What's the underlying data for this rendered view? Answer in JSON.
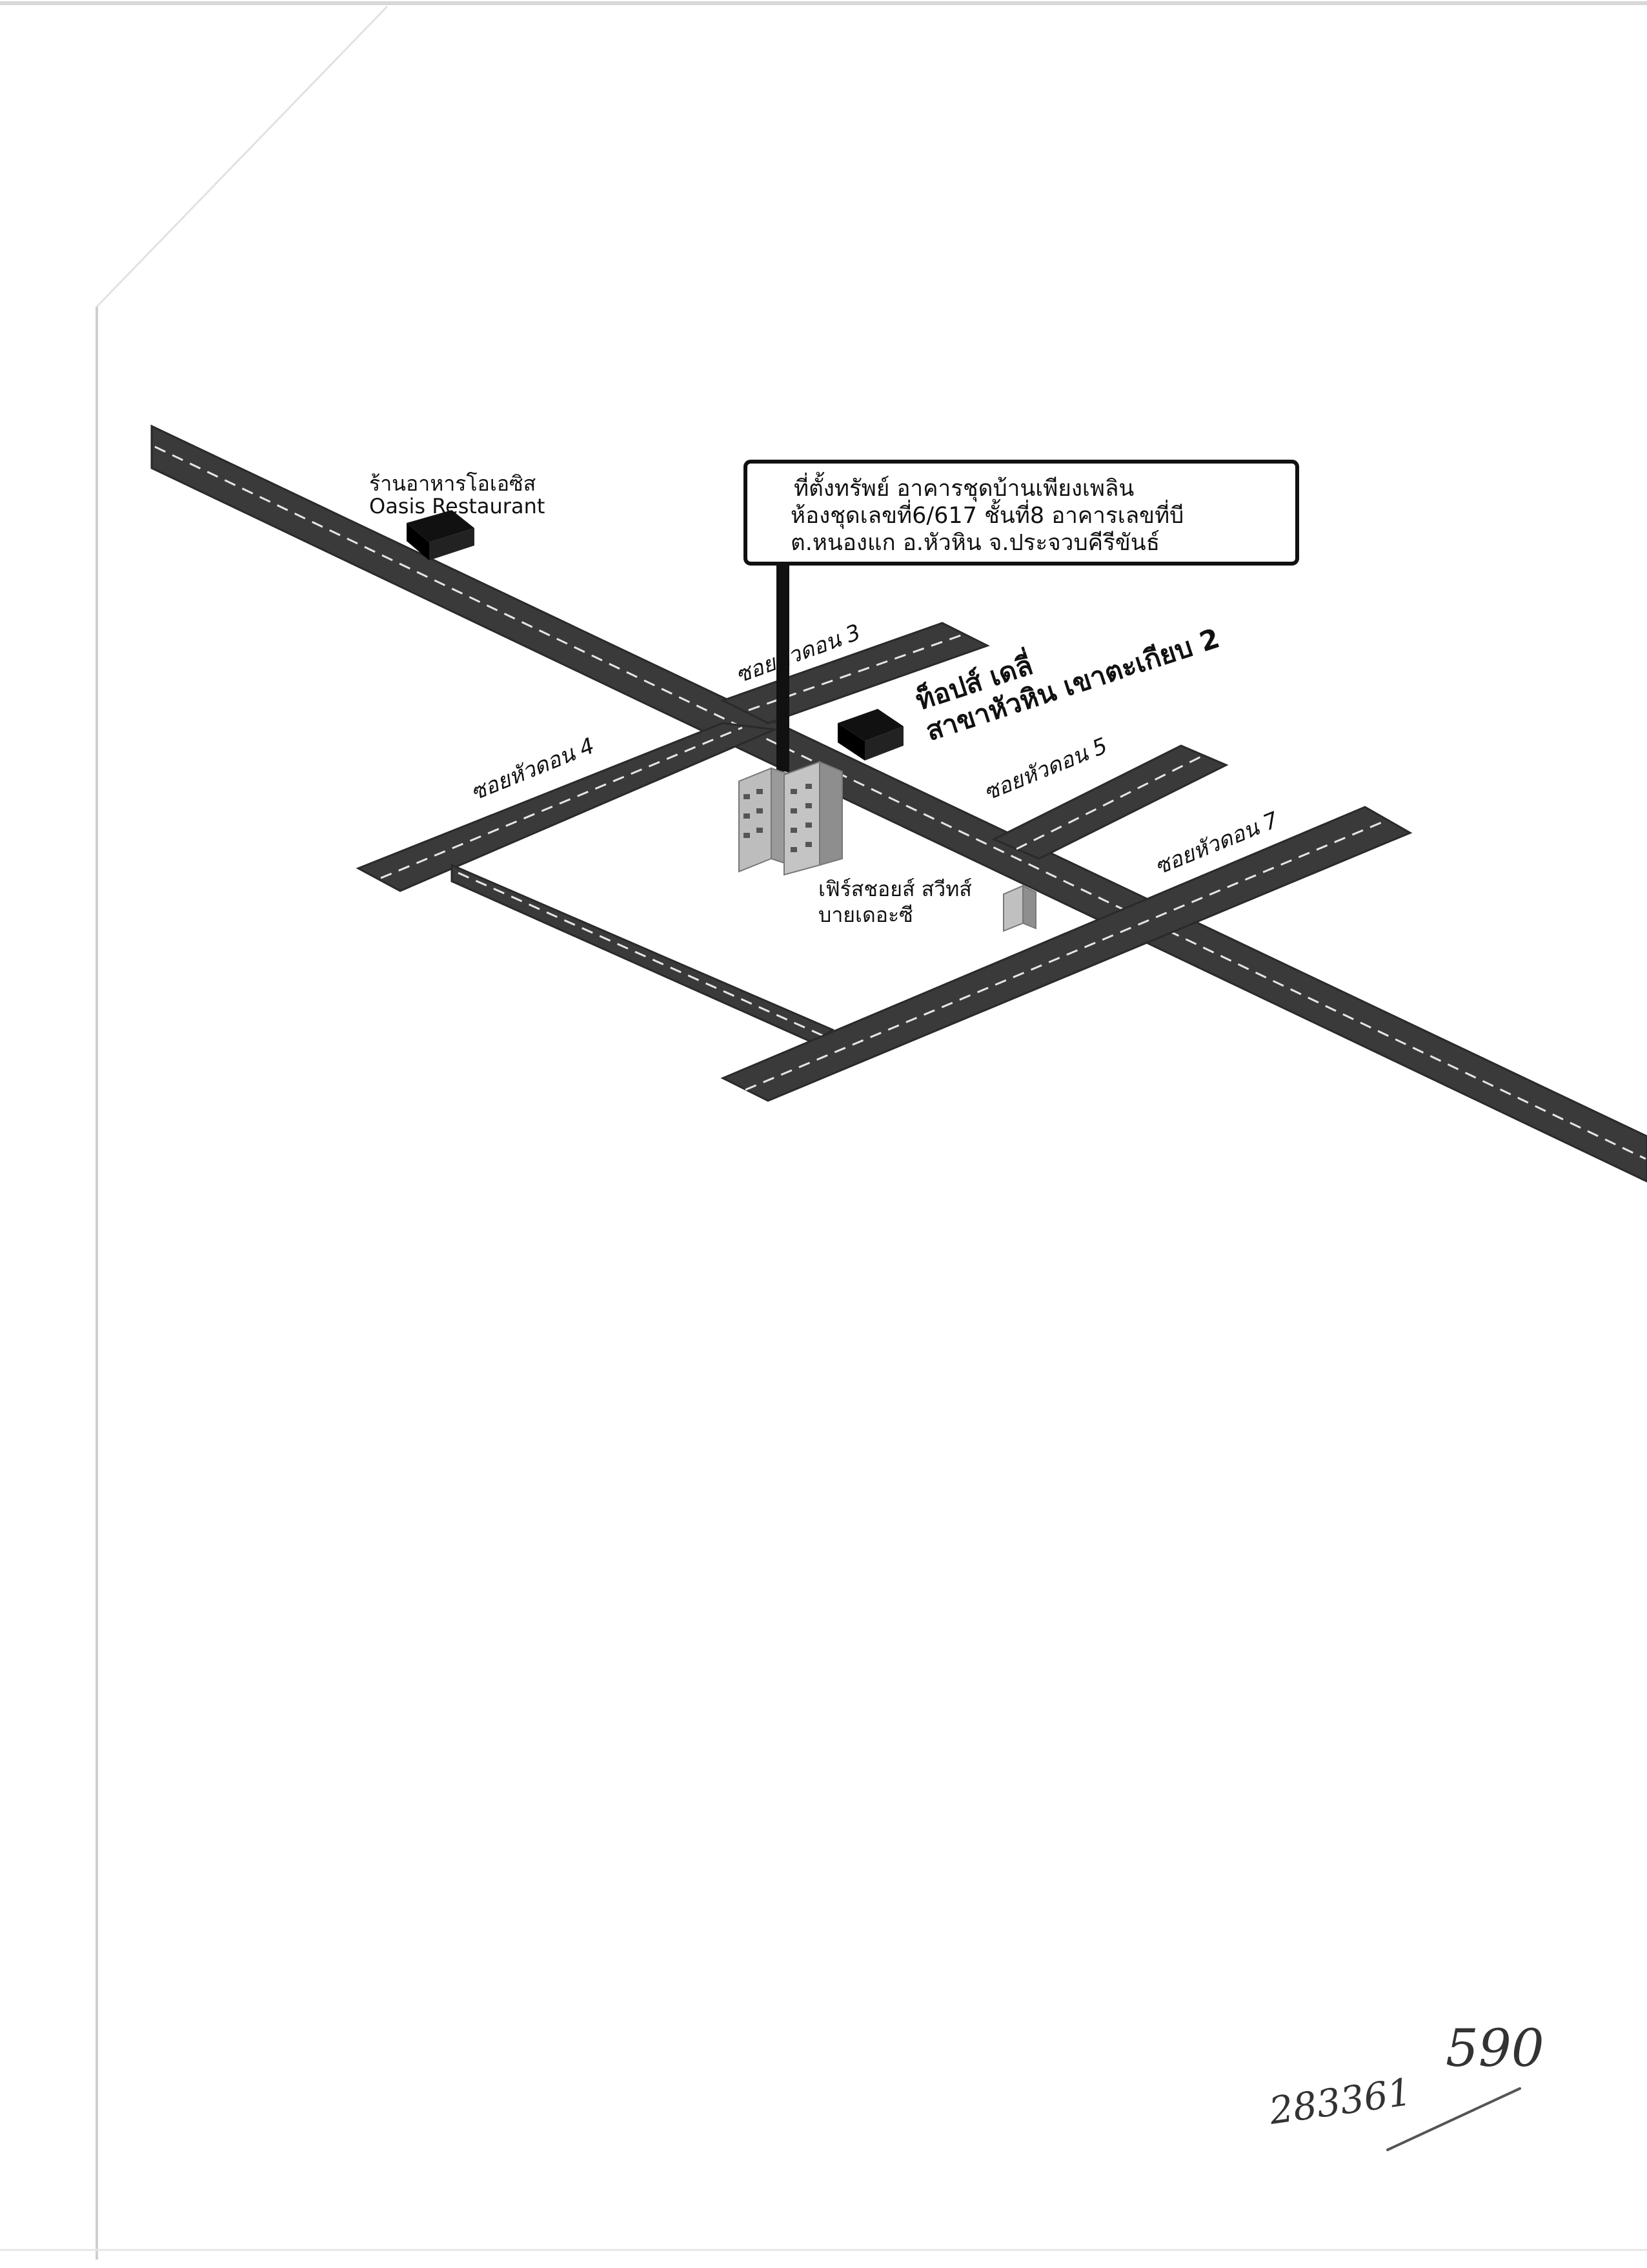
{
  "callout": {
    "line1": "ที่ตั้งทรัพย์  อาคารชุดบ้านเพียงเพลิน",
    "line2": "ห้องชุดเลขที่6/617 ชั้นที่8 อาคารเลขที่บี",
    "line3": "ต.หนองแก อ.หัวหิน จ.ประจวบคีรีขันธ์"
  },
  "places": {
    "oasis_th": "ร้านอาหารโอเอซิส",
    "oasis_en": "Oasis Restaurant",
    "tops_line1": "ท็อปส์ เดลี่",
    "tops_line2": "สาขาหัวหิน เขาตะเกียบ 2",
    "first_choice_line1": "เฟิร์สชอยส์ สวีทส์",
    "first_choice_line2": "บายเดอะซี"
  },
  "streets": {
    "soi3": "ซอยหัวดอน 3",
    "soi4": "ซอยหัวดอน 4",
    "soi5": "ซอยหัวดอน 5",
    "soi7": "ซอยหัวดอน 7"
  },
  "handwriting": {
    "number_a": "283361",
    "number_b": "590"
  },
  "colors": {
    "road": "#3a3a3a",
    "lane_marking": "#e6e6e6",
    "building": "#a8a8a8",
    "restaurant": "#111111"
  }
}
